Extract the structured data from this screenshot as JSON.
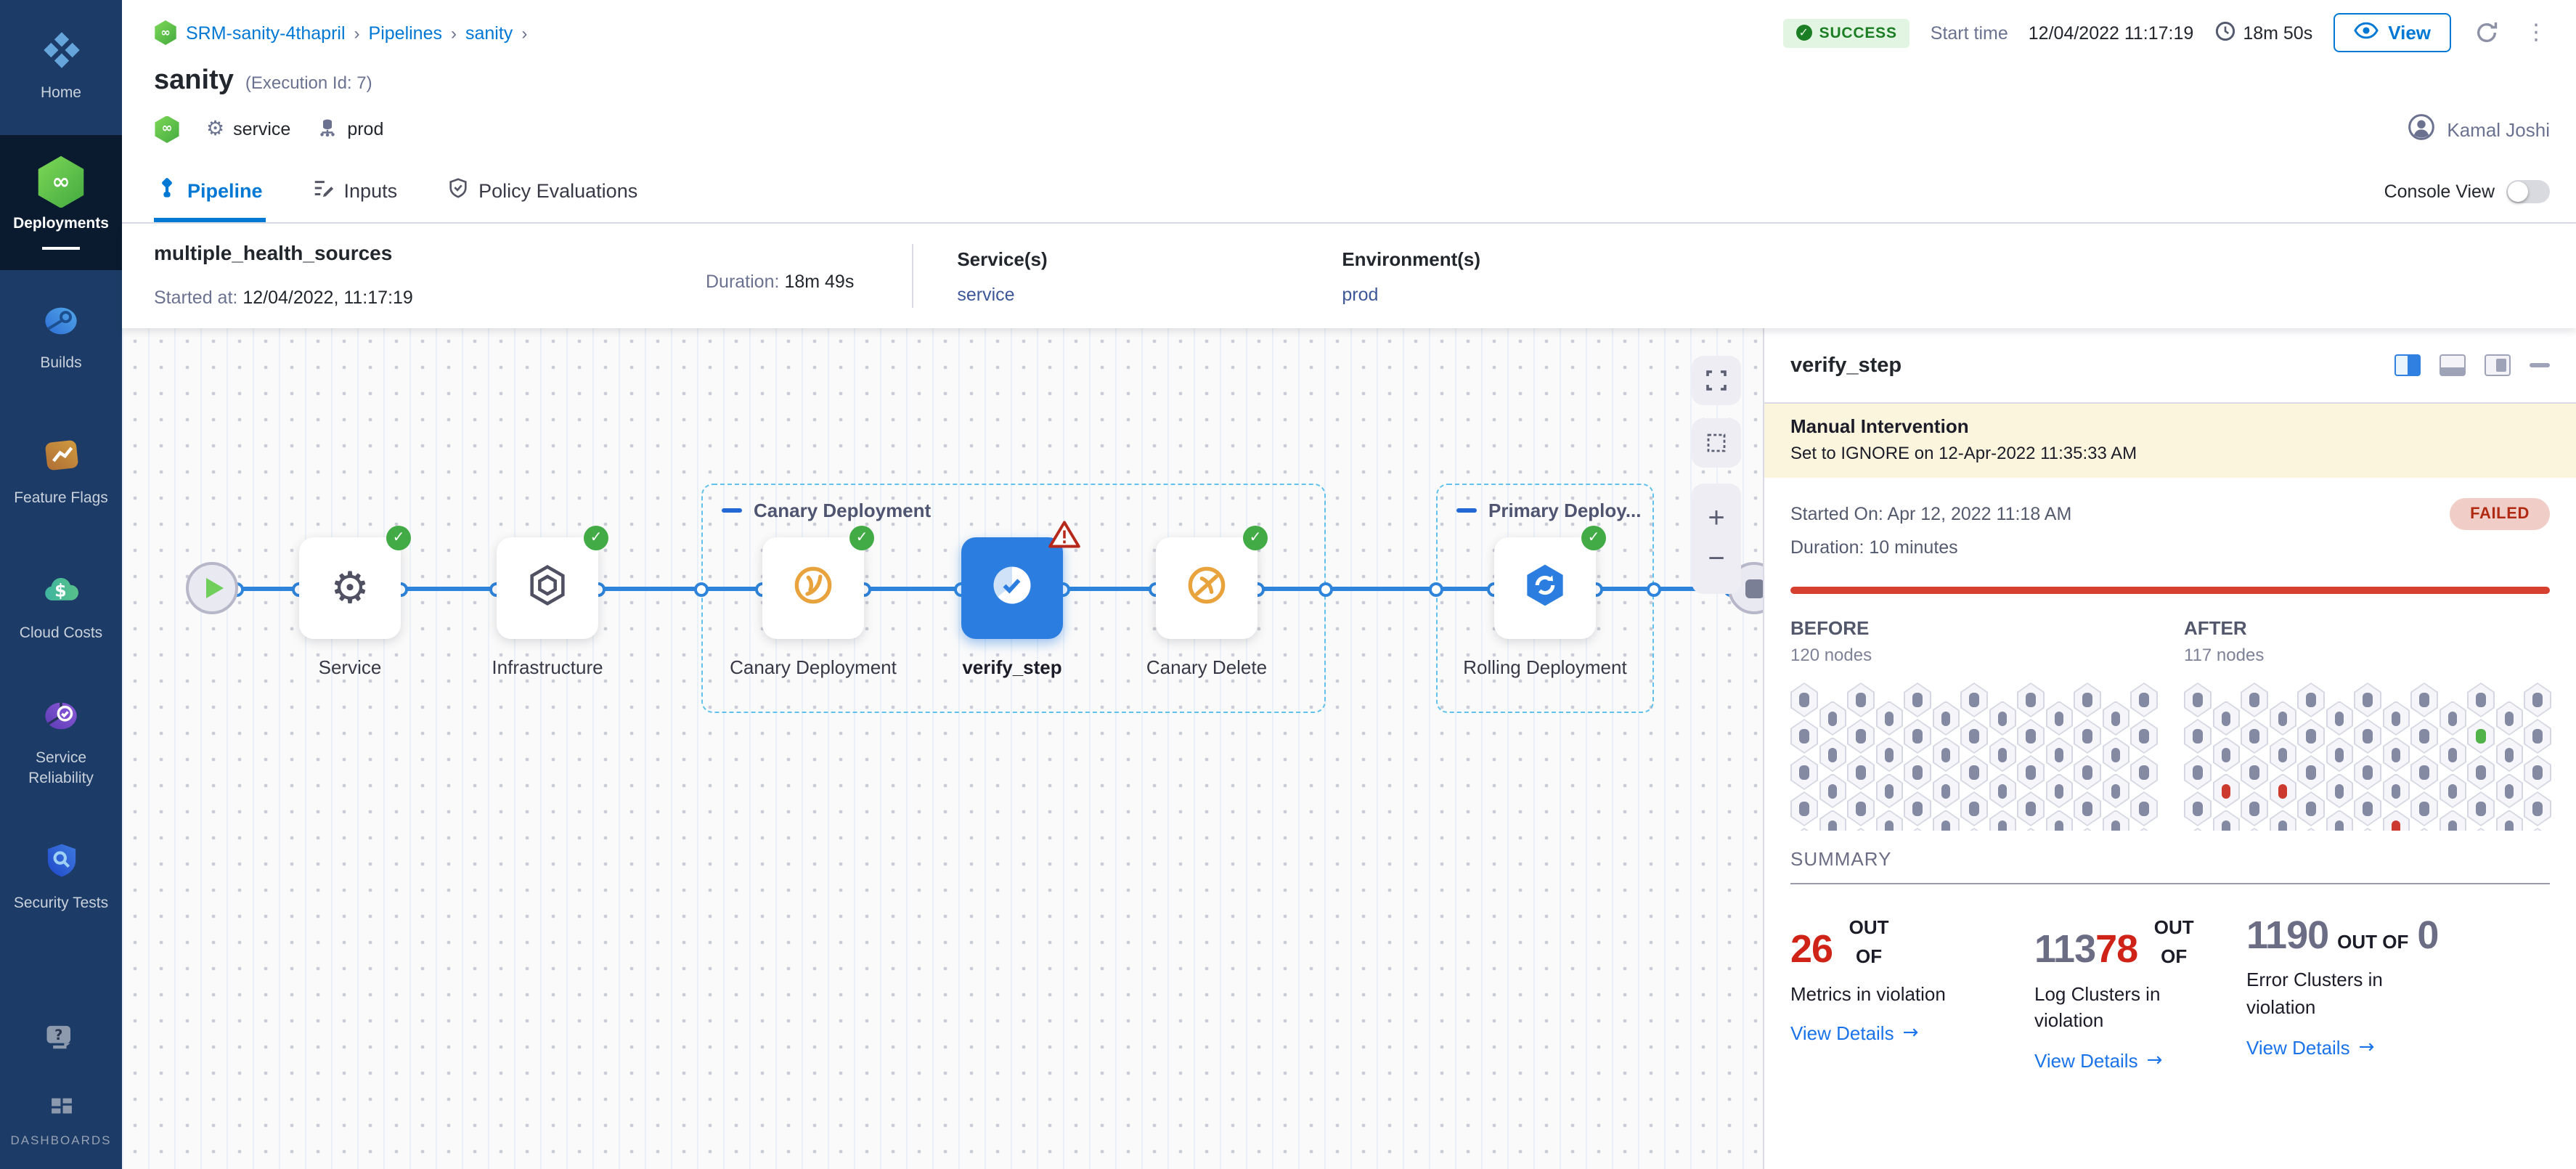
{
  "colors": {
    "accent": "#0278d5",
    "success_green": "#1b7d24",
    "failed_red": "#cf2318",
    "sidebar_navy": "#1c3b66",
    "banner_cream": "#fbf5de"
  },
  "sidebar": {
    "items": [
      {
        "id": "home",
        "label": "Home"
      },
      {
        "id": "deployments",
        "label": "Deployments",
        "active": true
      },
      {
        "id": "builds",
        "label": "Builds"
      },
      {
        "id": "feature-flags",
        "label": "Feature Flags"
      },
      {
        "id": "cloud-costs",
        "label": "Cloud Costs"
      },
      {
        "id": "service-reliability",
        "label": "Service Reliability"
      },
      {
        "id": "security-tests",
        "label": "Security Tests"
      }
    ],
    "dashboards_label": "DASHBOARDS"
  },
  "breadcrumb": {
    "project": "SRM-sanity-4thapril",
    "level2": "Pipelines",
    "level3": "sanity",
    "separator": "›"
  },
  "header": {
    "status": "SUCCESS",
    "start_time_label": "Start time",
    "start_time": "12/04/2022 11:17:19",
    "elapsed": "18m 50s",
    "view_label": "View",
    "title": "sanity",
    "execution_id": "(Execution Id: 7)",
    "service_tag": "service",
    "env_tag": "prod",
    "user": "Kamal Joshi"
  },
  "tabs": [
    {
      "label": "Pipeline",
      "active": true
    },
    {
      "label": "Inputs",
      "active": false
    },
    {
      "label": "Policy Evaluations",
      "active": false
    }
  ],
  "console_view": {
    "label": "Console View",
    "on": false
  },
  "run_info": {
    "name": "multiple_health_sources",
    "started_label": "Started at:",
    "started": "12/04/2022, 11:17:19",
    "duration_label": "Duration:",
    "duration": "18m 49s",
    "services_label": "Service(s)",
    "service": "service",
    "environments_label": "Environment(s)",
    "environment": "prod"
  },
  "pipeline": {
    "groups": [
      {
        "label": "Canary Deployment"
      },
      {
        "label": "Primary Deploy..."
      }
    ],
    "nodes": [
      {
        "label": "Service",
        "status": "success"
      },
      {
        "label": "Infrastructure",
        "status": "success"
      },
      {
        "label": "Canary Deployment",
        "status": "success"
      },
      {
        "label": "verify_step",
        "status": "warning",
        "selected": true
      },
      {
        "label": "Canary Delete",
        "status": "success"
      },
      {
        "label": "Rolling Deployment",
        "status": "success"
      }
    ]
  },
  "panel": {
    "title": "verify_step",
    "banner": {
      "title": "Manual Intervention",
      "subtitle": "Set to IGNORE on 12-Apr-2022 11:35:33 AM"
    },
    "started": "Started On: Apr 12, 2022 11:18 AM",
    "duration": "Duration: 10 minutes",
    "status": "FAILED",
    "before": {
      "label": "BEFORE",
      "nodes": "120 nodes"
    },
    "after": {
      "label": "AFTER",
      "nodes": "117 nodes"
    },
    "summary_label": "SUMMARY",
    "stats": [
      {
        "num_red": "26",
        "out": "OUT OF",
        "label": "Metrics in violation",
        "link": "View Details",
        "arrow": "→"
      },
      {
        "num_gray": "113",
        "num_red": "78",
        "out": "OUT OF",
        "label": "Log Clusters in violation",
        "link": "View Details",
        "arrow": "→"
      },
      {
        "num_gray": "1190",
        "out": "OUT OF",
        "num_gray2": "0",
        "label": "Error Clusters in violation",
        "link": "View Details",
        "arrow": "→"
      }
    ]
  },
  "hexgrids": {
    "before": {
      "cols": 13,
      "rows": 5,
      "specials": {}
    },
    "after": {
      "cols": 13,
      "rows": 5,
      "specials": {
        "1,10": "green",
        "2,1": "red",
        "2,3": "red",
        "3,7": "red"
      }
    }
  }
}
